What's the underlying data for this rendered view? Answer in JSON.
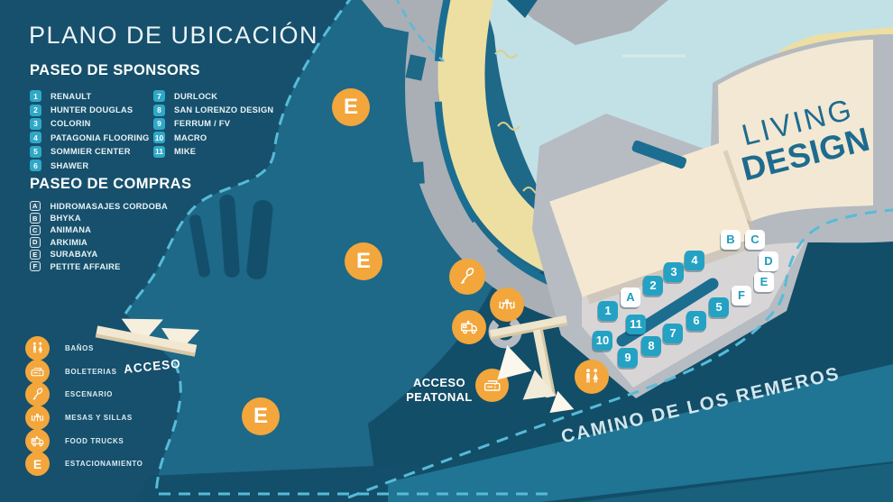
{
  "title": "PLANO DE UBICACIÓN",
  "sponsors": {
    "heading": "PASEO DE SPONSORS",
    "items": [
      {
        "num": "1",
        "label": "RENAULT"
      },
      {
        "num": "2",
        "label": "HUNTER DOUGLAS"
      },
      {
        "num": "3",
        "label": "COLORIN"
      },
      {
        "num": "4",
        "label": "PATAGONIA FLOORING"
      },
      {
        "num": "5",
        "label": "SOMMIER CENTER"
      },
      {
        "num": "6",
        "label": "SHAWER"
      },
      {
        "num": "7",
        "label": "DURLOCK"
      },
      {
        "num": "8",
        "label": "SAN LORENZO DESIGN"
      },
      {
        "num": "9",
        "label": "FERRUM / FV"
      },
      {
        "num": "10",
        "label": "MACRO"
      },
      {
        "num": "11",
        "label": "MIKE"
      }
    ]
  },
  "compras": {
    "heading": "PASEO DE COMPRAS",
    "items": [
      {
        "letter": "A",
        "label": "HIDROMASAJES CORDOBA"
      },
      {
        "letter": "B",
        "label": "BHYKA"
      },
      {
        "letter": "C",
        "label": "ANIMANA"
      },
      {
        "letter": "D",
        "label": "ARKIMIA"
      },
      {
        "letter": "E",
        "label": "SURABAYA"
      },
      {
        "letter": "F",
        "label": "PETITE AFFAIRE"
      }
    ]
  },
  "legend": {
    "parking_symbol": "E",
    "items": [
      {
        "icon": "restrooms-icon",
        "label": "BAÑOS"
      },
      {
        "icon": "tickets-icon",
        "label": "BOLETERIAS"
      },
      {
        "icon": "stage-icon",
        "label": "ESCENARIO"
      },
      {
        "icon": "tables-icon",
        "label": "MESAS Y SILLAS"
      },
      {
        "icon": "food-truck-icon",
        "label": "FOOD TRUCKS"
      },
      {
        "icon": "parking-icon",
        "label": "ESTACIONAMIENTO"
      }
    ]
  },
  "map": {
    "brand": {
      "line1": "LIVING",
      "line2": "DESIGN"
    },
    "labels": {
      "acceso": "ACCESO",
      "acceso_peatonal_line1": "ACCESO",
      "acceso_peatonal_line2": "PEATONAL",
      "camino": "CAMINO DE LOS REMEROS"
    },
    "sponsor_markers": [
      "1",
      "2",
      "3",
      "4",
      "5",
      "6",
      "7",
      "8",
      "9",
      "10",
      "11"
    ],
    "compras_markers": [
      "A",
      "B",
      "C",
      "D",
      "E",
      "F"
    ],
    "parking_markers": [
      "E",
      "E",
      "E"
    ]
  },
  "colors": {
    "background_teal": "#16506C",
    "ground_teal": "#1E6888",
    "road_band_teal": "#207494",
    "water_blue": "#C2E1E6",
    "sand": "#EDDFA2",
    "gray_road": "#A9AFB5",
    "orange": "#F2A63C",
    "marker_teal": "#23A2C4",
    "dash_blue": "#57BBD8",
    "brand_teal": "#1E6B8F"
  }
}
